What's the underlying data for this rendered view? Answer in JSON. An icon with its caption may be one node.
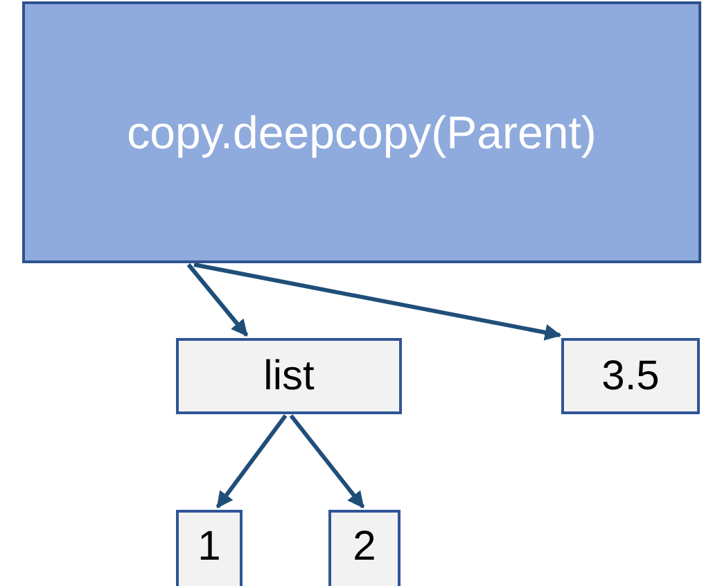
{
  "diagram": {
    "nodes": [
      {
        "text": [
          "copy.deepcopy(Parent)"
        ]
      },
      {
        "text": [
          "list"
        ]
      },
      {
        "text": [
          "3.5"
        ]
      },
      {
        "text": [
          "1"
        ]
      },
      {
        "text": [
          "2"
        ]
      }
    ],
    "edges": [
      {
        "from": 0,
        "to": 1,
        "arrow": "to"
      },
      {
        "from": 0,
        "to": 2,
        "arrow": "to"
      },
      {
        "from": 1,
        "to": 3,
        "arrow": "to"
      },
      {
        "from": 1,
        "to": 4,
        "arrow": "to"
      }
    ]
  }
}
